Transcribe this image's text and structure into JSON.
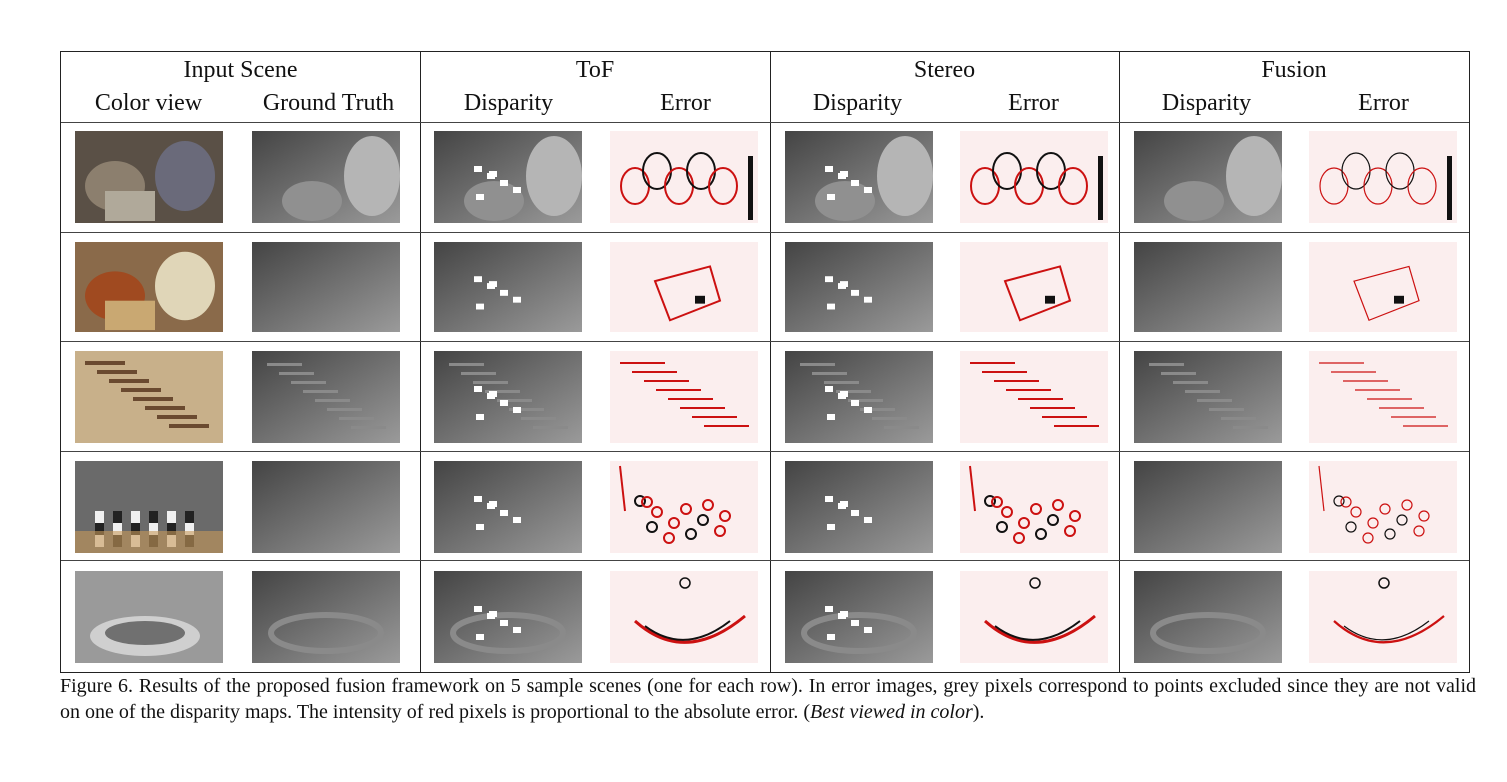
{
  "header": {
    "groups": [
      "Input Scene",
      "ToF",
      "Stereo",
      "Fusion"
    ],
    "subcolumns": [
      "Color view",
      "Ground Truth",
      "Disparity",
      "Error",
      "Disparity",
      "Error",
      "Disparity",
      "Error"
    ]
  },
  "images": {
    "types": [
      "color",
      "gt",
      "disp",
      "err",
      "disp",
      "err",
      "disp",
      "err"
    ],
    "colors": {
      "disparity_dark": "#444444",
      "disparity_light": "#9a9a9a",
      "error_background": "#fbeeee",
      "error_red": "#cc1111",
      "error_black": "#111111"
    }
  },
  "caption": {
    "label": "Figure 6.",
    "text": " Results of the proposed fusion framework on 5 sample scenes (one for each row). In error images, grey pixels correspond to points excluded since they are not valid on one of the disparity maps. The intensity of red pixels is proportional to the absolute error. (",
    "emph": "Best viewed in color",
    "end": ")."
  }
}
